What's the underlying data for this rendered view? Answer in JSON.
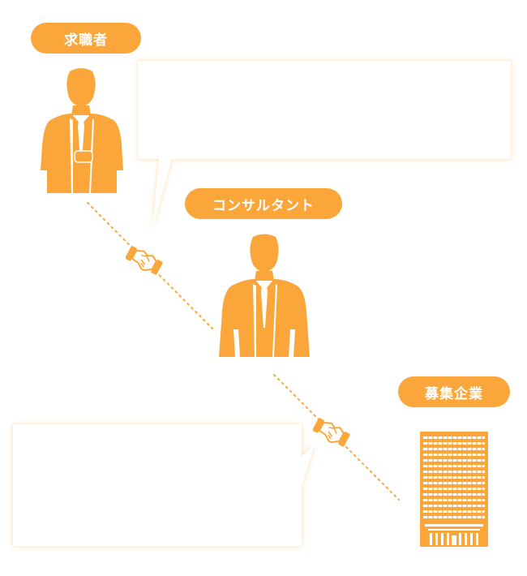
{
  "colors": {
    "accent": "#fba63b",
    "bubble_fill": "#ffffff",
    "bubble_glow": "#fde3c2",
    "figure_detail": "#ffffff"
  },
  "roles": {
    "job_seeker": "求職者",
    "consultant": "コンサルタント",
    "company": "募集企業"
  },
  "icons": {
    "seeker": "businessman-icon",
    "consultant": "businessman-icon",
    "company": "office-building-icon",
    "handshake": "handshake-icon"
  }
}
